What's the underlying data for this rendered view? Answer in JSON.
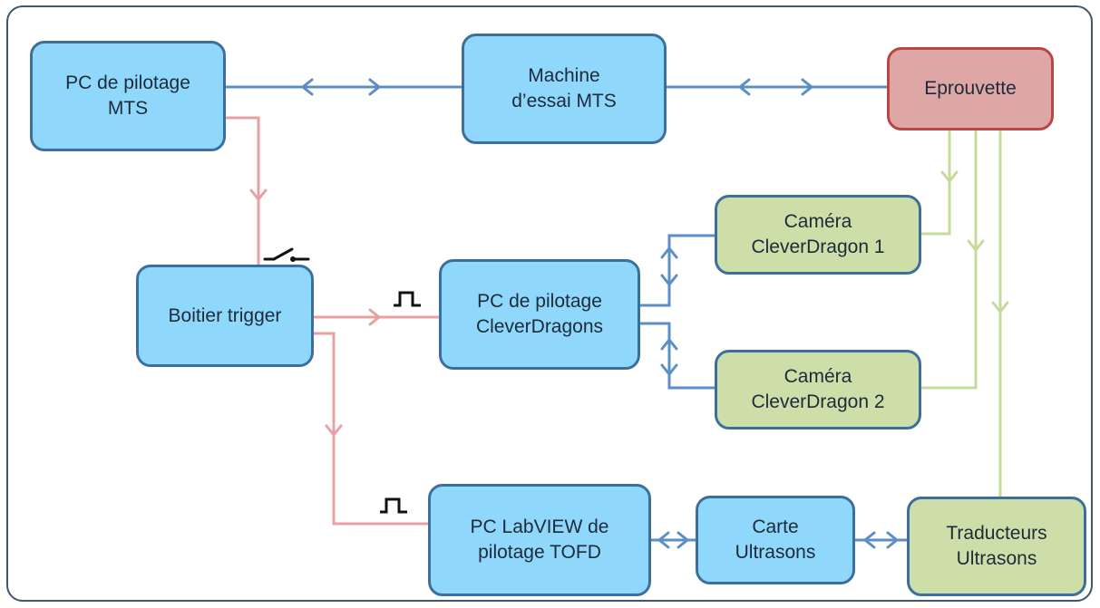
{
  "diagram": {
    "colors": {
      "control_link": "#5b8fc6",
      "trigger_link": "#e8a1a2",
      "ultrasound_link": "#c6db98",
      "box_blue": "#8fd8fb",
      "box_green": "#cddea9",
      "box_red": "#dea6a5"
    },
    "nodes": {
      "pc_mts": {
        "line1": "PC de pilotage",
        "line2": "MTS"
      },
      "machine_mts": {
        "line1": "Machine",
        "line2": "d’essai MTS"
      },
      "eprouvette": {
        "line1": "Eprouvette"
      },
      "boitier": {
        "line1": "Boitier trigger"
      },
      "pc_cleverdragons": {
        "line1": "PC de pilotage",
        "line2": "CleverDragons"
      },
      "camera1": {
        "line1": "Caméra",
        "line2": "CleverDragon 1"
      },
      "camera2": {
        "line1": "Caméra",
        "line2": "CleverDragon 2"
      },
      "pc_labview": {
        "line1": "PC LabVIEW de",
        "line2": "pilotage TOFD"
      },
      "carte_us": {
        "line1": "Carte",
        "line2": "Ultrasons"
      },
      "traducteurs_us": {
        "line1": "Traducteurs",
        "line2": "Ultrasons"
      }
    },
    "icons": [
      "switch-icon",
      "pulse-icon"
    ]
  }
}
